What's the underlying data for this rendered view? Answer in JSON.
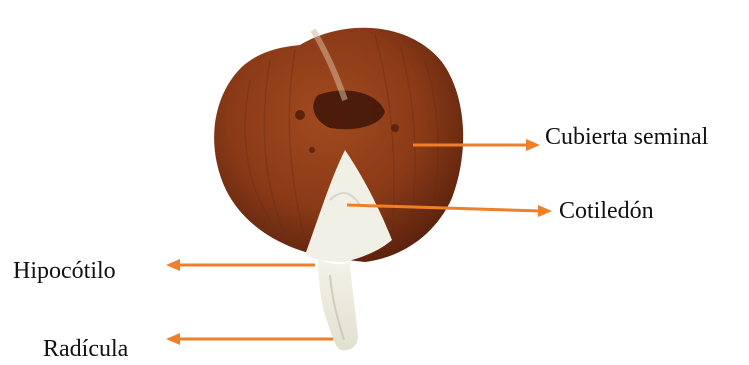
{
  "labels": {
    "cubierta_seminal": "Cubierta seminal",
    "cotiledon": "Cotiledón",
    "hipocotilo": "Hipocótilo",
    "radicula": "Radícula"
  },
  "colors": {
    "seed_coat": "#8a3a17",
    "seed_coat_dark": "#4a1a0a",
    "cotyledon": "#f1f0e6",
    "arrow": "#f07f2a",
    "text": "#111111"
  }
}
